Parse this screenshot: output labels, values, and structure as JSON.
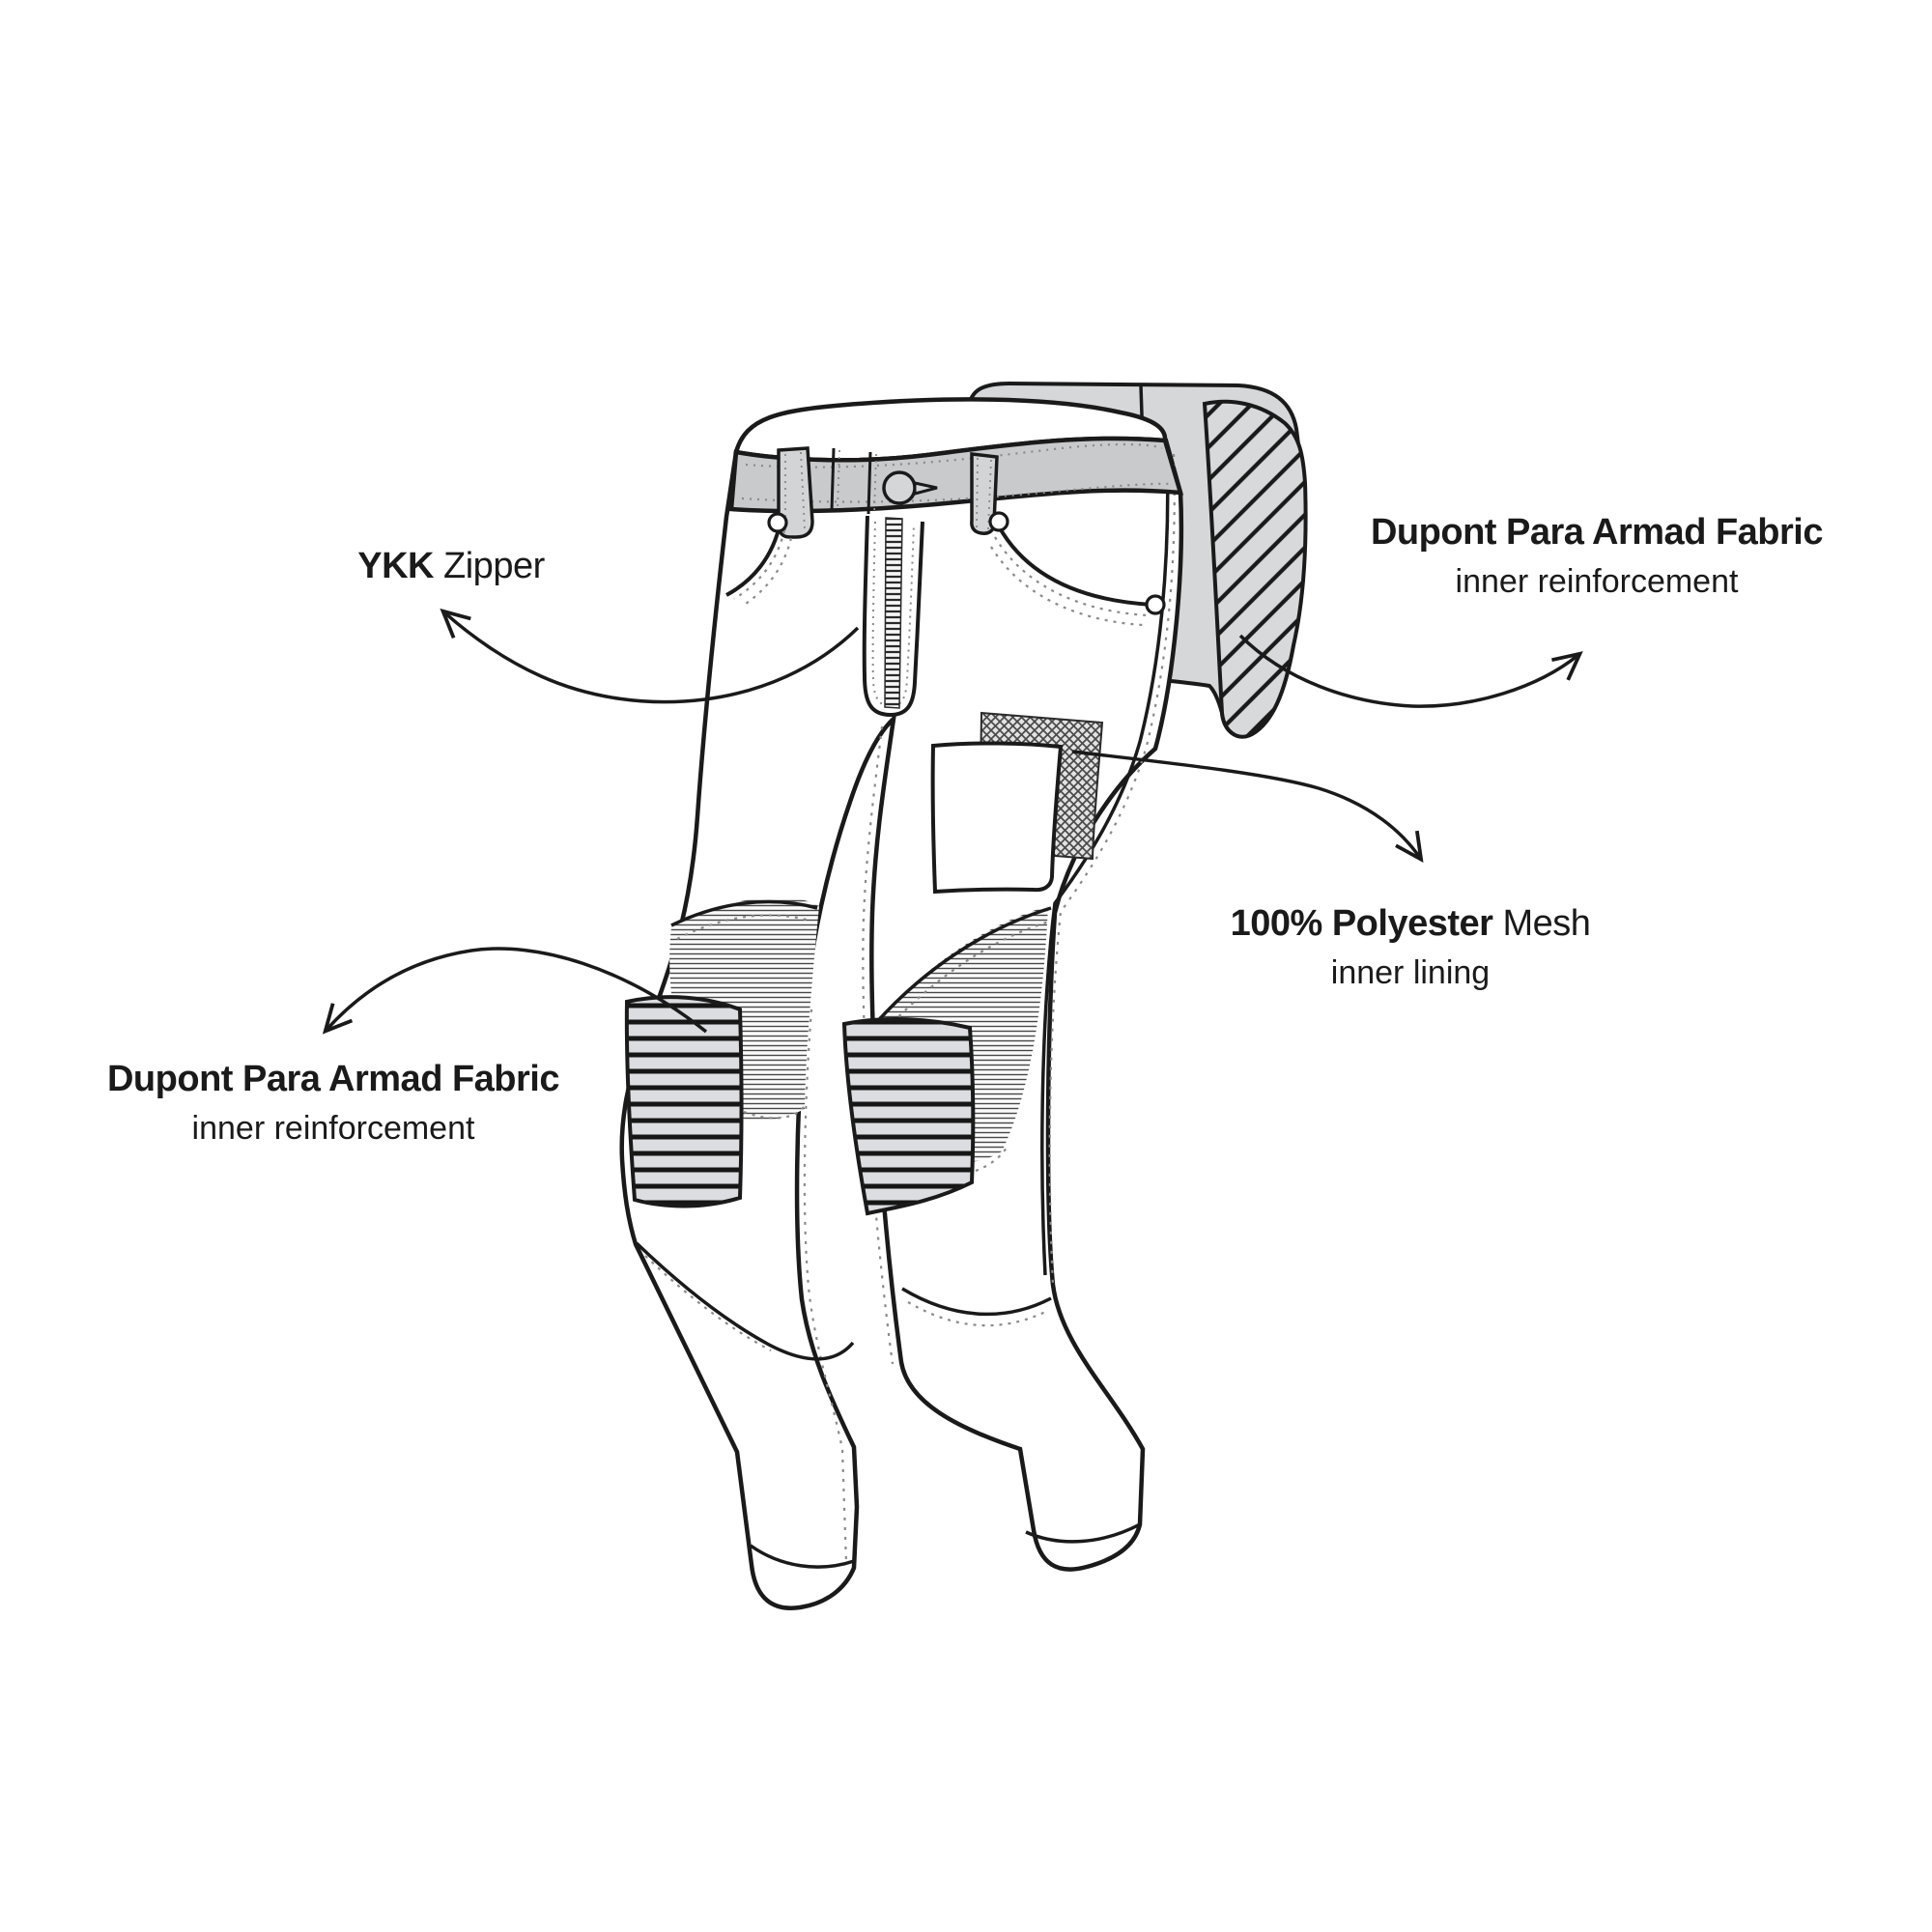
{
  "page": {
    "background": "#ffffff"
  },
  "illustration": {
    "subject": "technical line drawing of riding jeans, three-quarter view",
    "colors": {
      "line": "#1a1a1a",
      "waistband_gray": "#c8cacc",
      "panel_gray": "#d5d7d9",
      "knee_pad_gray": "#dcdde0",
      "stitch_gray": "#8a8a8a",
      "background": "#ffffff"
    }
  },
  "callouts": {
    "ykk": {
      "bold": "YKK",
      "regular": " Zipper"
    },
    "dupont_right": {
      "bold": "Dupont Para Armad Fabric",
      "regular": "",
      "line2": "inner reinforcement"
    },
    "mesh": {
      "bold": "100% Polyester",
      "regular": " Mesh",
      "line2": "inner lining"
    },
    "dupont_left": {
      "bold": "Dupont Para Armad Fabric",
      "regular": "",
      "line2": "inner reinforcement"
    }
  }
}
